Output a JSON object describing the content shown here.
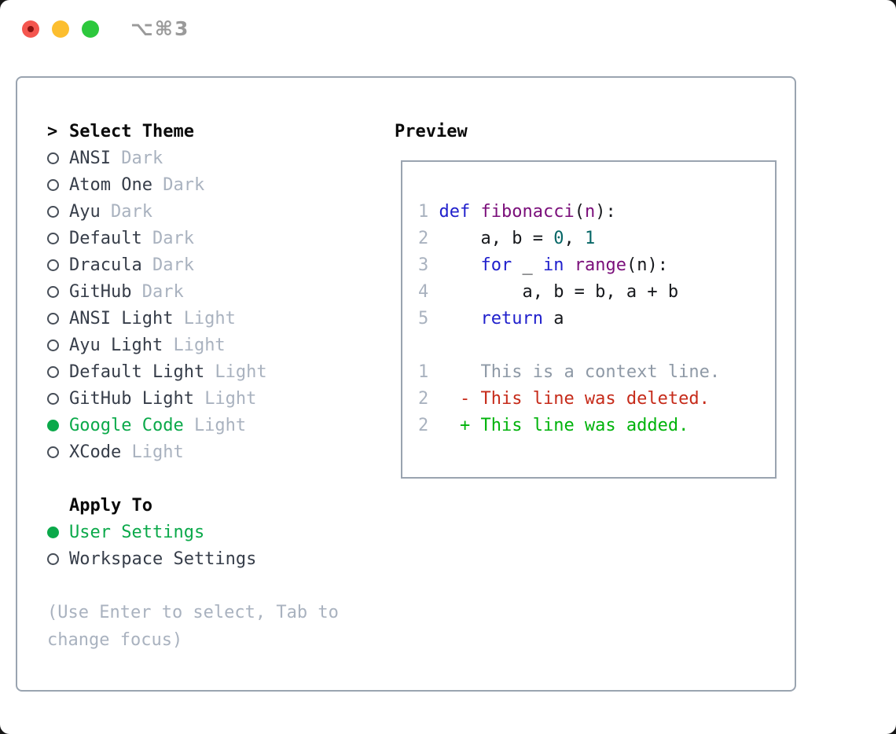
{
  "window": {
    "title": "⌥⌘3"
  },
  "palette": {
    "traffic_red": "#f4564f",
    "traffic_red_dot": "#8a1210",
    "traffic_yellow": "#fcbe2f",
    "traffic_green": "#2dc83d",
    "title_gray": "#9a9a9a",
    "border_gray": "#9aa4b0",
    "black": "#0a0a0a",
    "text_dark": "#363d49",
    "muted": "#a9b2bf",
    "selection_green": "#0ba94a",
    "keyword_blue": "#2020cc",
    "function_purple": "#7a0e7a",
    "literal_teal": "#066666",
    "code_plain": "#16181c",
    "context_gray": "#8e99a6",
    "deleted_red": "#c62b1a",
    "added_green": "#00b30b"
  },
  "theme_selector": {
    "cursor": ">",
    "header": "Select Theme",
    "items": [
      {
        "name": "ANSI",
        "variant": "Dark",
        "selected": false
      },
      {
        "name": "Atom One",
        "variant": "Dark",
        "selected": false
      },
      {
        "name": "Ayu",
        "variant": "Dark",
        "selected": false
      },
      {
        "name": "Default",
        "variant": "Dark",
        "selected": false
      },
      {
        "name": "Dracula",
        "variant": "Dark",
        "selected": false
      },
      {
        "name": "GitHub",
        "variant": "Dark",
        "selected": false
      },
      {
        "name": "ANSI Light",
        "variant": "Light",
        "selected": false
      },
      {
        "name": "Ayu Light",
        "variant": "Light",
        "selected": false
      },
      {
        "name": "Default Light",
        "variant": "Light",
        "selected": false
      },
      {
        "name": "GitHub Light",
        "variant": "Light",
        "selected": false
      },
      {
        "name": "Google Code",
        "variant": "Light",
        "selected": true
      },
      {
        "name": "XCode",
        "variant": "Light",
        "selected": false
      }
    ]
  },
  "apply_to": {
    "header": "Apply To",
    "options": [
      {
        "label": "User Settings",
        "selected": true
      },
      {
        "label": "Workspace Settings",
        "selected": false
      }
    ]
  },
  "help_text": {
    "line1": "(Use Enter to select, Tab to",
    "line2": "change focus)"
  },
  "preview": {
    "header": "Preview",
    "code": [
      {
        "segs": [
          {
            "c": "num",
            "t": "1 "
          },
          {
            "c": "kw",
            "t": "def"
          },
          {
            "c": "pl",
            "t": " "
          },
          {
            "c": "fn",
            "t": "fibonacci"
          },
          {
            "c": "pl",
            "t": "("
          },
          {
            "c": "fn",
            "t": "n"
          },
          {
            "c": "pl",
            "t": "):"
          }
        ]
      },
      {
        "segs": [
          {
            "c": "num",
            "t": "2 "
          },
          {
            "c": "pl",
            "t": "    a, b = "
          },
          {
            "c": "lit",
            "t": "0"
          },
          {
            "c": "pl",
            "t": ", "
          },
          {
            "c": "lit",
            "t": "1"
          }
        ]
      },
      {
        "segs": [
          {
            "c": "num",
            "t": "3 "
          },
          {
            "c": "pl",
            "t": "    "
          },
          {
            "c": "kw",
            "t": "for"
          },
          {
            "c": "pl",
            "t": " _ "
          },
          {
            "c": "kw",
            "t": "in"
          },
          {
            "c": "pl",
            "t": " "
          },
          {
            "c": "fn",
            "t": "range"
          },
          {
            "c": "pl",
            "t": "(n):"
          }
        ]
      },
      {
        "segs": [
          {
            "c": "num",
            "t": "4 "
          },
          {
            "c": "pl",
            "t": "        a, b = b, a + b"
          }
        ]
      },
      {
        "segs": [
          {
            "c": "num",
            "t": "5 "
          },
          {
            "c": "pl",
            "t": "    "
          },
          {
            "c": "kw",
            "t": "return"
          },
          {
            "c": "pl",
            "t": " a"
          }
        ]
      },
      {
        "segs": [
          {
            "c": "num",
            "t": "1 "
          },
          {
            "c": "ctx",
            "t": "    This is a context line."
          }
        ]
      },
      {
        "segs": [
          {
            "c": "num",
            "t": "2 "
          },
          {
            "c": "del",
            "t": "  - This line was deleted."
          }
        ]
      },
      {
        "segs": [
          {
            "c": "num",
            "t": "2 "
          },
          {
            "c": "add",
            "t": "  + This line was added."
          }
        ]
      }
    ]
  }
}
